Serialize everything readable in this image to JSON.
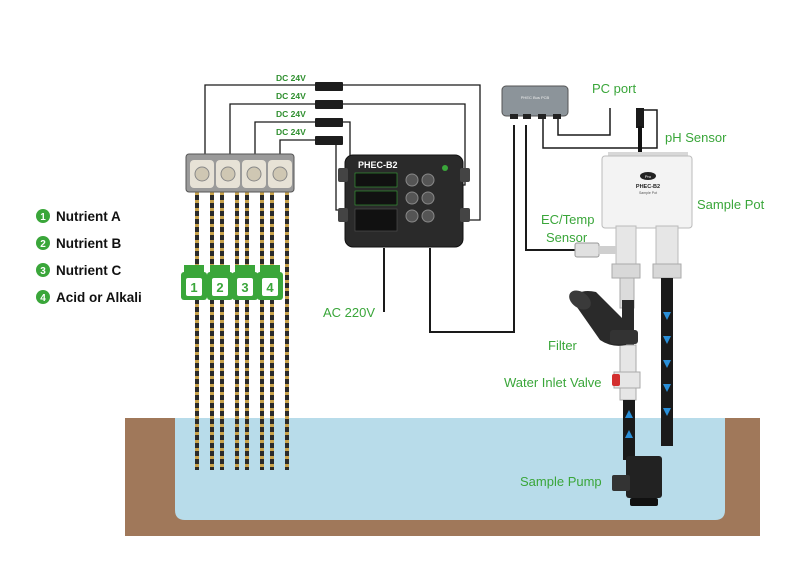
{
  "legend": [
    {
      "num": "1",
      "label": "Nutrient A"
    },
    {
      "num": "2",
      "label": "Nutrient B"
    },
    {
      "num": "3",
      "label": "Nutrient C"
    },
    {
      "num": "4",
      "label": "Acid or Alkali"
    }
  ],
  "power_labels": [
    "DC 24V",
    "DC 24V",
    "DC 24V",
    "DC 24V"
  ],
  "controller": {
    "model": "PHEC-B2"
  },
  "sample_pot": {
    "brand": "Pro",
    "model": "PHEC-B2",
    "sub": "Sample Pot"
  },
  "hub": {
    "label": "PHEC Bus PCB"
  },
  "labels": {
    "pc_port": "PC port",
    "ph_sensor": "pH Sensor",
    "sample_pot": "Sample Pot",
    "ec_temp_line1": "EC/Temp",
    "ec_temp_line2": "Sensor",
    "ac": "AC 220V",
    "filter": "Filter",
    "water_inlet_valve": "Water Inlet Valve",
    "sample_pump": "Sample Pump"
  },
  "bottles": [
    "1",
    "2",
    "3",
    "4"
  ],
  "colors": {
    "accent_green": "#3aa63a",
    "water": "#b8dcea",
    "soil": "#a0785a",
    "device_dark": "#2a2a2a",
    "flow_arrow": "#2a8fd8"
  }
}
